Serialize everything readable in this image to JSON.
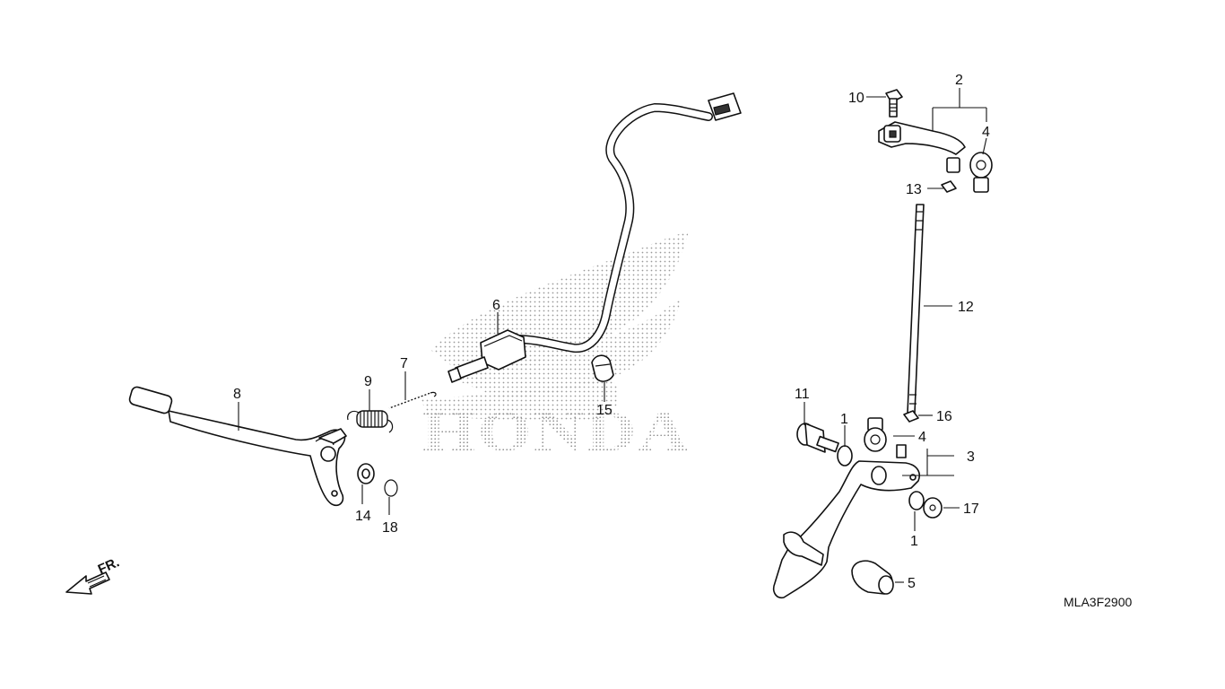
{
  "diagram": {
    "code": "MLA3F2900",
    "front_indicator": "FR.",
    "watermark": "HONDA",
    "callouts": {
      "c1a": "1",
      "c1b": "1",
      "c2": "2",
      "c3": "3",
      "c4a": "4",
      "c4b": "4",
      "c5": "5",
      "c6": "6",
      "c7": "7",
      "c8": "8",
      "c9": "9",
      "c10": "10",
      "c11": "11",
      "c12": "12",
      "c13": "13",
      "c14": "14",
      "c15": "15",
      "c16": "16",
      "c17": "17",
      "c18": "18"
    }
  }
}
